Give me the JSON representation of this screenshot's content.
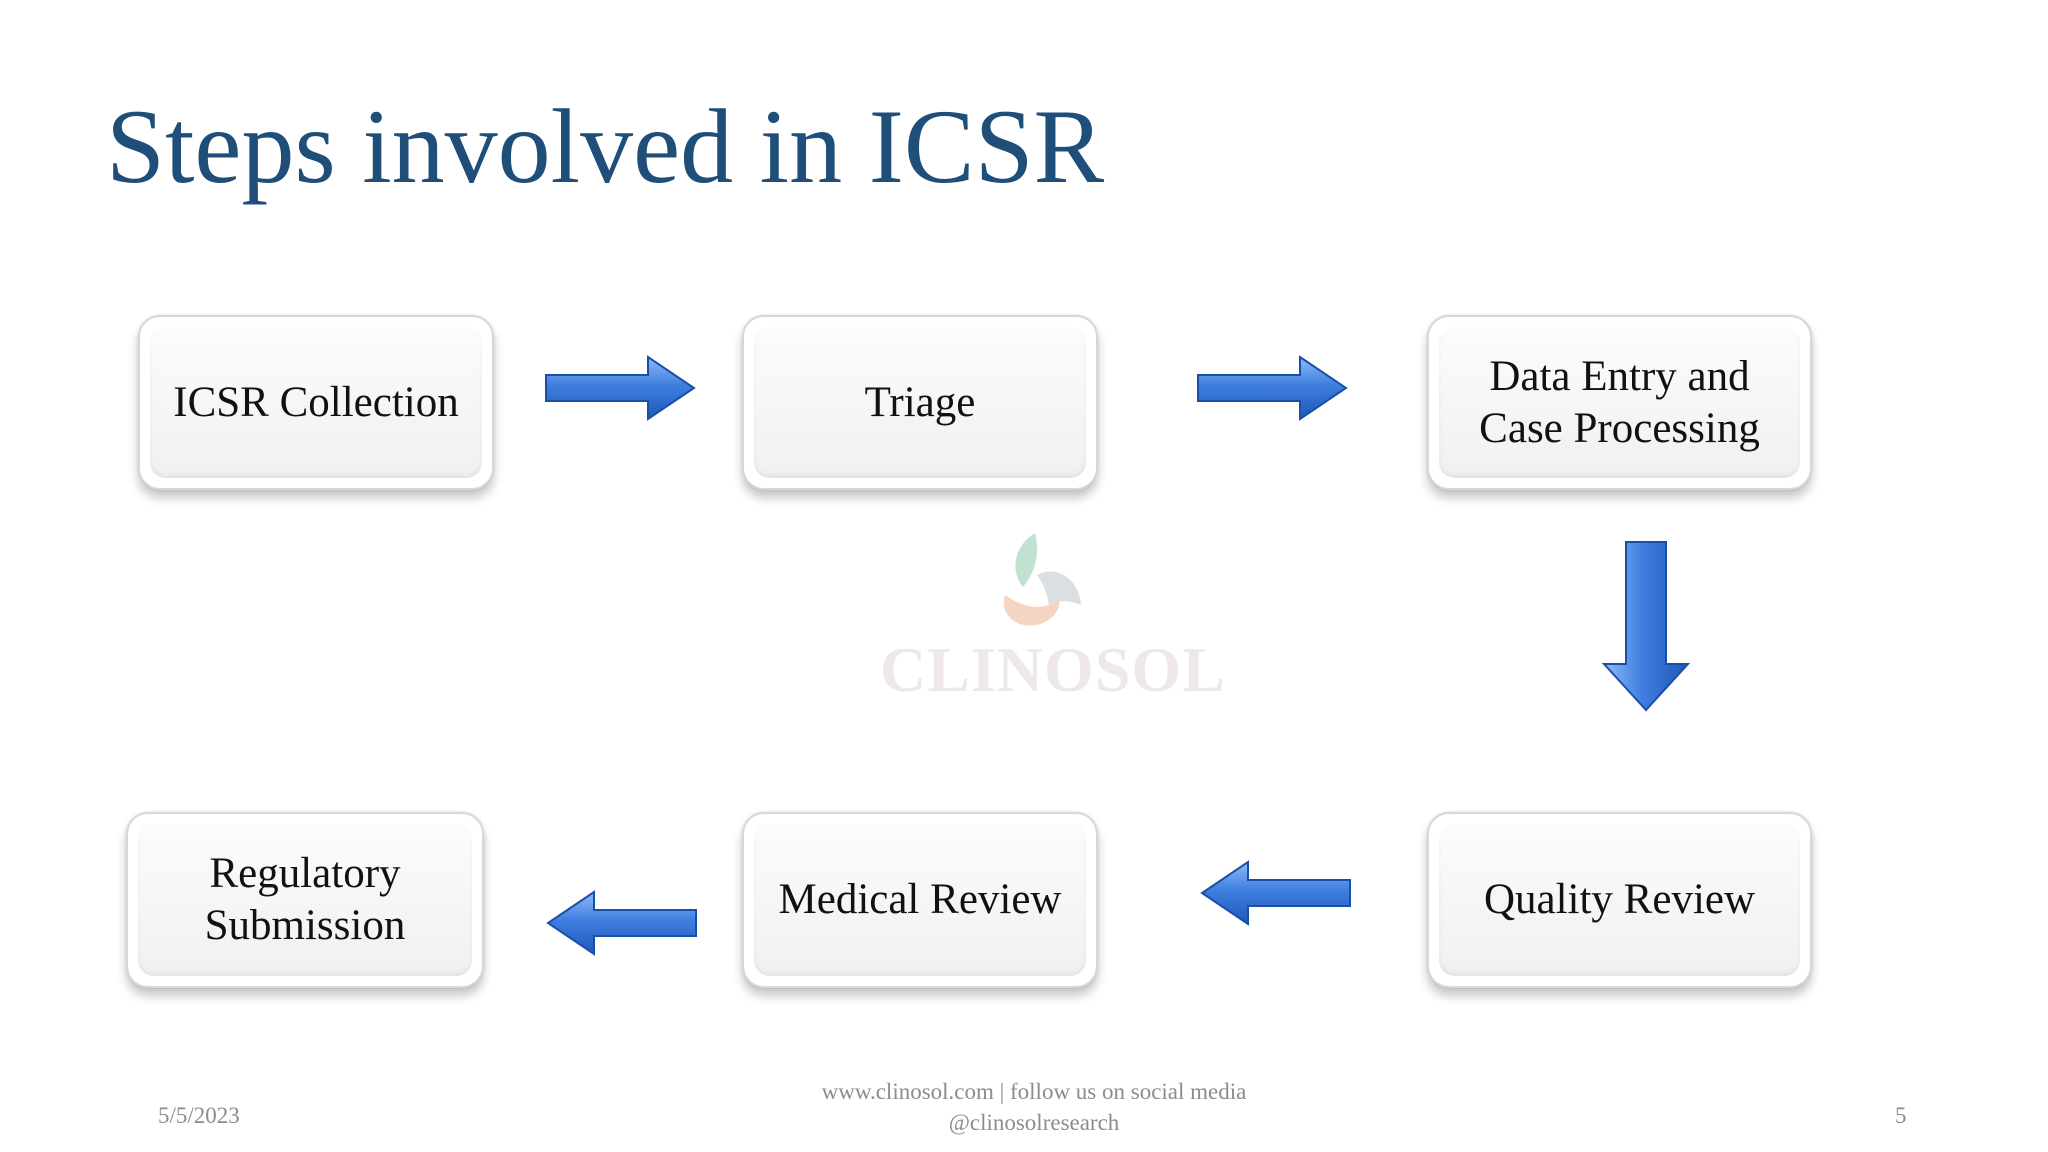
{
  "slide": {
    "title": "Steps involved in ICSR",
    "steps": [
      "ICSR Collection",
      "Triage",
      "Data Entry and\nCase Processing",
      "Quality Review",
      "Medical Review",
      "Regulatory\nSubmission"
    ],
    "watermark": "CLINOSOL",
    "footer": {
      "date": "5/5/2023",
      "website": "www.clinosol.com | follow us on social media",
      "handle": "@clinosolresearch",
      "page_number": "5"
    }
  },
  "colors": {
    "title": "#1f4e79",
    "arrow_fill": "#3f7fe0",
    "arrow_dark": "#1f57b8",
    "arrow_light": "#7fb0f5"
  }
}
